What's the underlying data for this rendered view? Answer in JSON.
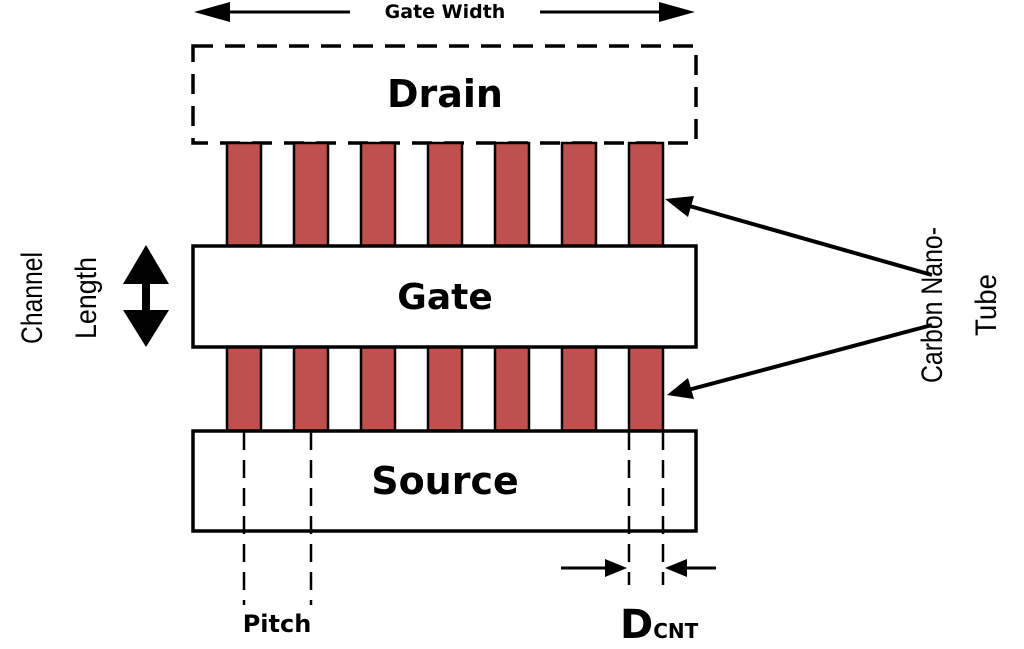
{
  "labels": {
    "gate_width": "Gate Width",
    "drain": "Drain",
    "gate": "Gate",
    "source": "Source",
    "channel": "Channel",
    "length": "Length",
    "carbon_nano": "Carbon Nano-",
    "tube": "Tube",
    "pitch": "Pitch",
    "dcnt_main": "D",
    "dcnt_sub": "CNT"
  },
  "colors": {
    "nanotube_fill": "#c0504d",
    "stroke": "#000000",
    "background": "#ffffff"
  },
  "nanotube_count": 7
}
